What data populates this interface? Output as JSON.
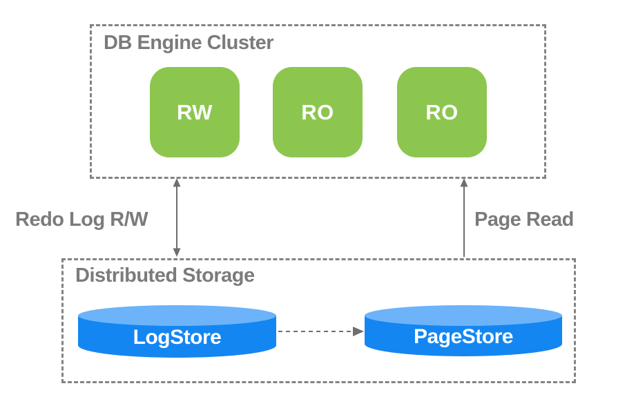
{
  "engine_cluster": {
    "title": "DB Engine Cluster",
    "nodes": [
      {
        "label": "RW"
      },
      {
        "label": "RO"
      },
      {
        "label": "RO"
      }
    ]
  },
  "storage_cluster": {
    "title": "Distributed Storage",
    "stores": [
      {
        "label": "LogStore"
      },
      {
        "label": "PageStore"
      }
    ]
  },
  "edges": {
    "redo_log": {
      "label": "Redo Log R/W",
      "direction": "bidirectional",
      "connects": [
        "DB Engine Cluster",
        "Distributed Storage"
      ]
    },
    "page_read": {
      "label": "Page Read",
      "direction": "up",
      "connects": [
        "Distributed Storage",
        "DB Engine Cluster"
      ]
    },
    "log_to_page": {
      "style": "dashed",
      "direction": "right",
      "connects": [
        "LogStore",
        "PageStore"
      ]
    }
  },
  "colors": {
    "node_green": "#8CC64F",
    "store_blue": "#1486F2",
    "store_blue_light": "#6CB3F9",
    "line_gray": "#6E6E6E",
    "text_gray": "#7B7B7B",
    "border_gray": "#838383",
    "node_text": "#FFFFFF"
  }
}
